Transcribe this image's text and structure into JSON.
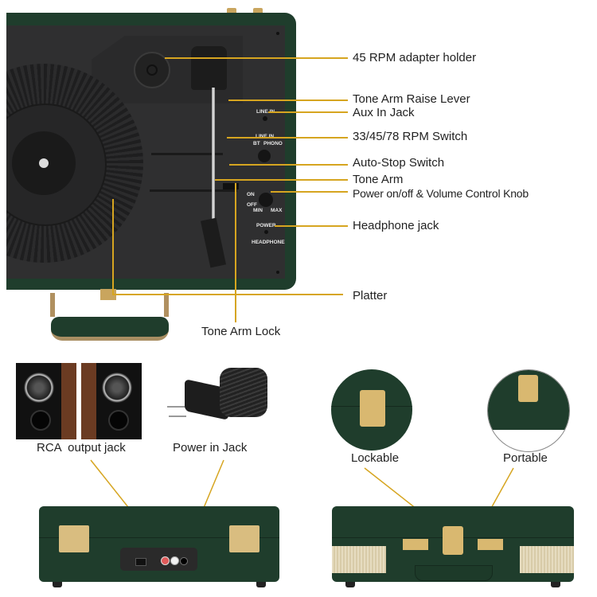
{
  "colors": {
    "case_green": "#1f3d2c",
    "deck_gray": "#2f2f30",
    "brass": "#c9a55e",
    "callout_line": "#d6a520"
  },
  "top_view": {
    "panel_labels": {
      "line_in": "LINE IN",
      "switch_line_in": "LINE IN",
      "bt": "BT",
      "phono": "PHONO",
      "on": "ON",
      "off": "OFF",
      "min": "MIN",
      "max": "MAX",
      "power": "POWER",
      "headphone": "HEADPHONE"
    },
    "callouts": [
      {
        "label": "45 RPM adapter holder"
      },
      {
        "label": "Tone Arm Raise Lever"
      },
      {
        "label": "Aux In Jack"
      },
      {
        "label": "33/45/78 RPM Switch"
      },
      {
        "label": "Auto-Stop Switch"
      },
      {
        "label": "Tone Arm"
      },
      {
        "label": "Power on/off & Volume Control Knob"
      },
      {
        "label": "Headphone jack"
      },
      {
        "label": "Platter"
      },
      {
        "label": "Tone Arm Lock"
      }
    ]
  },
  "bottom_left": {
    "speakers_caption": "RCA  output jack",
    "power_caption": "Power in Jack"
  },
  "bottom_right": {
    "lock_caption": "Lockable",
    "portable_caption": "Portable"
  }
}
